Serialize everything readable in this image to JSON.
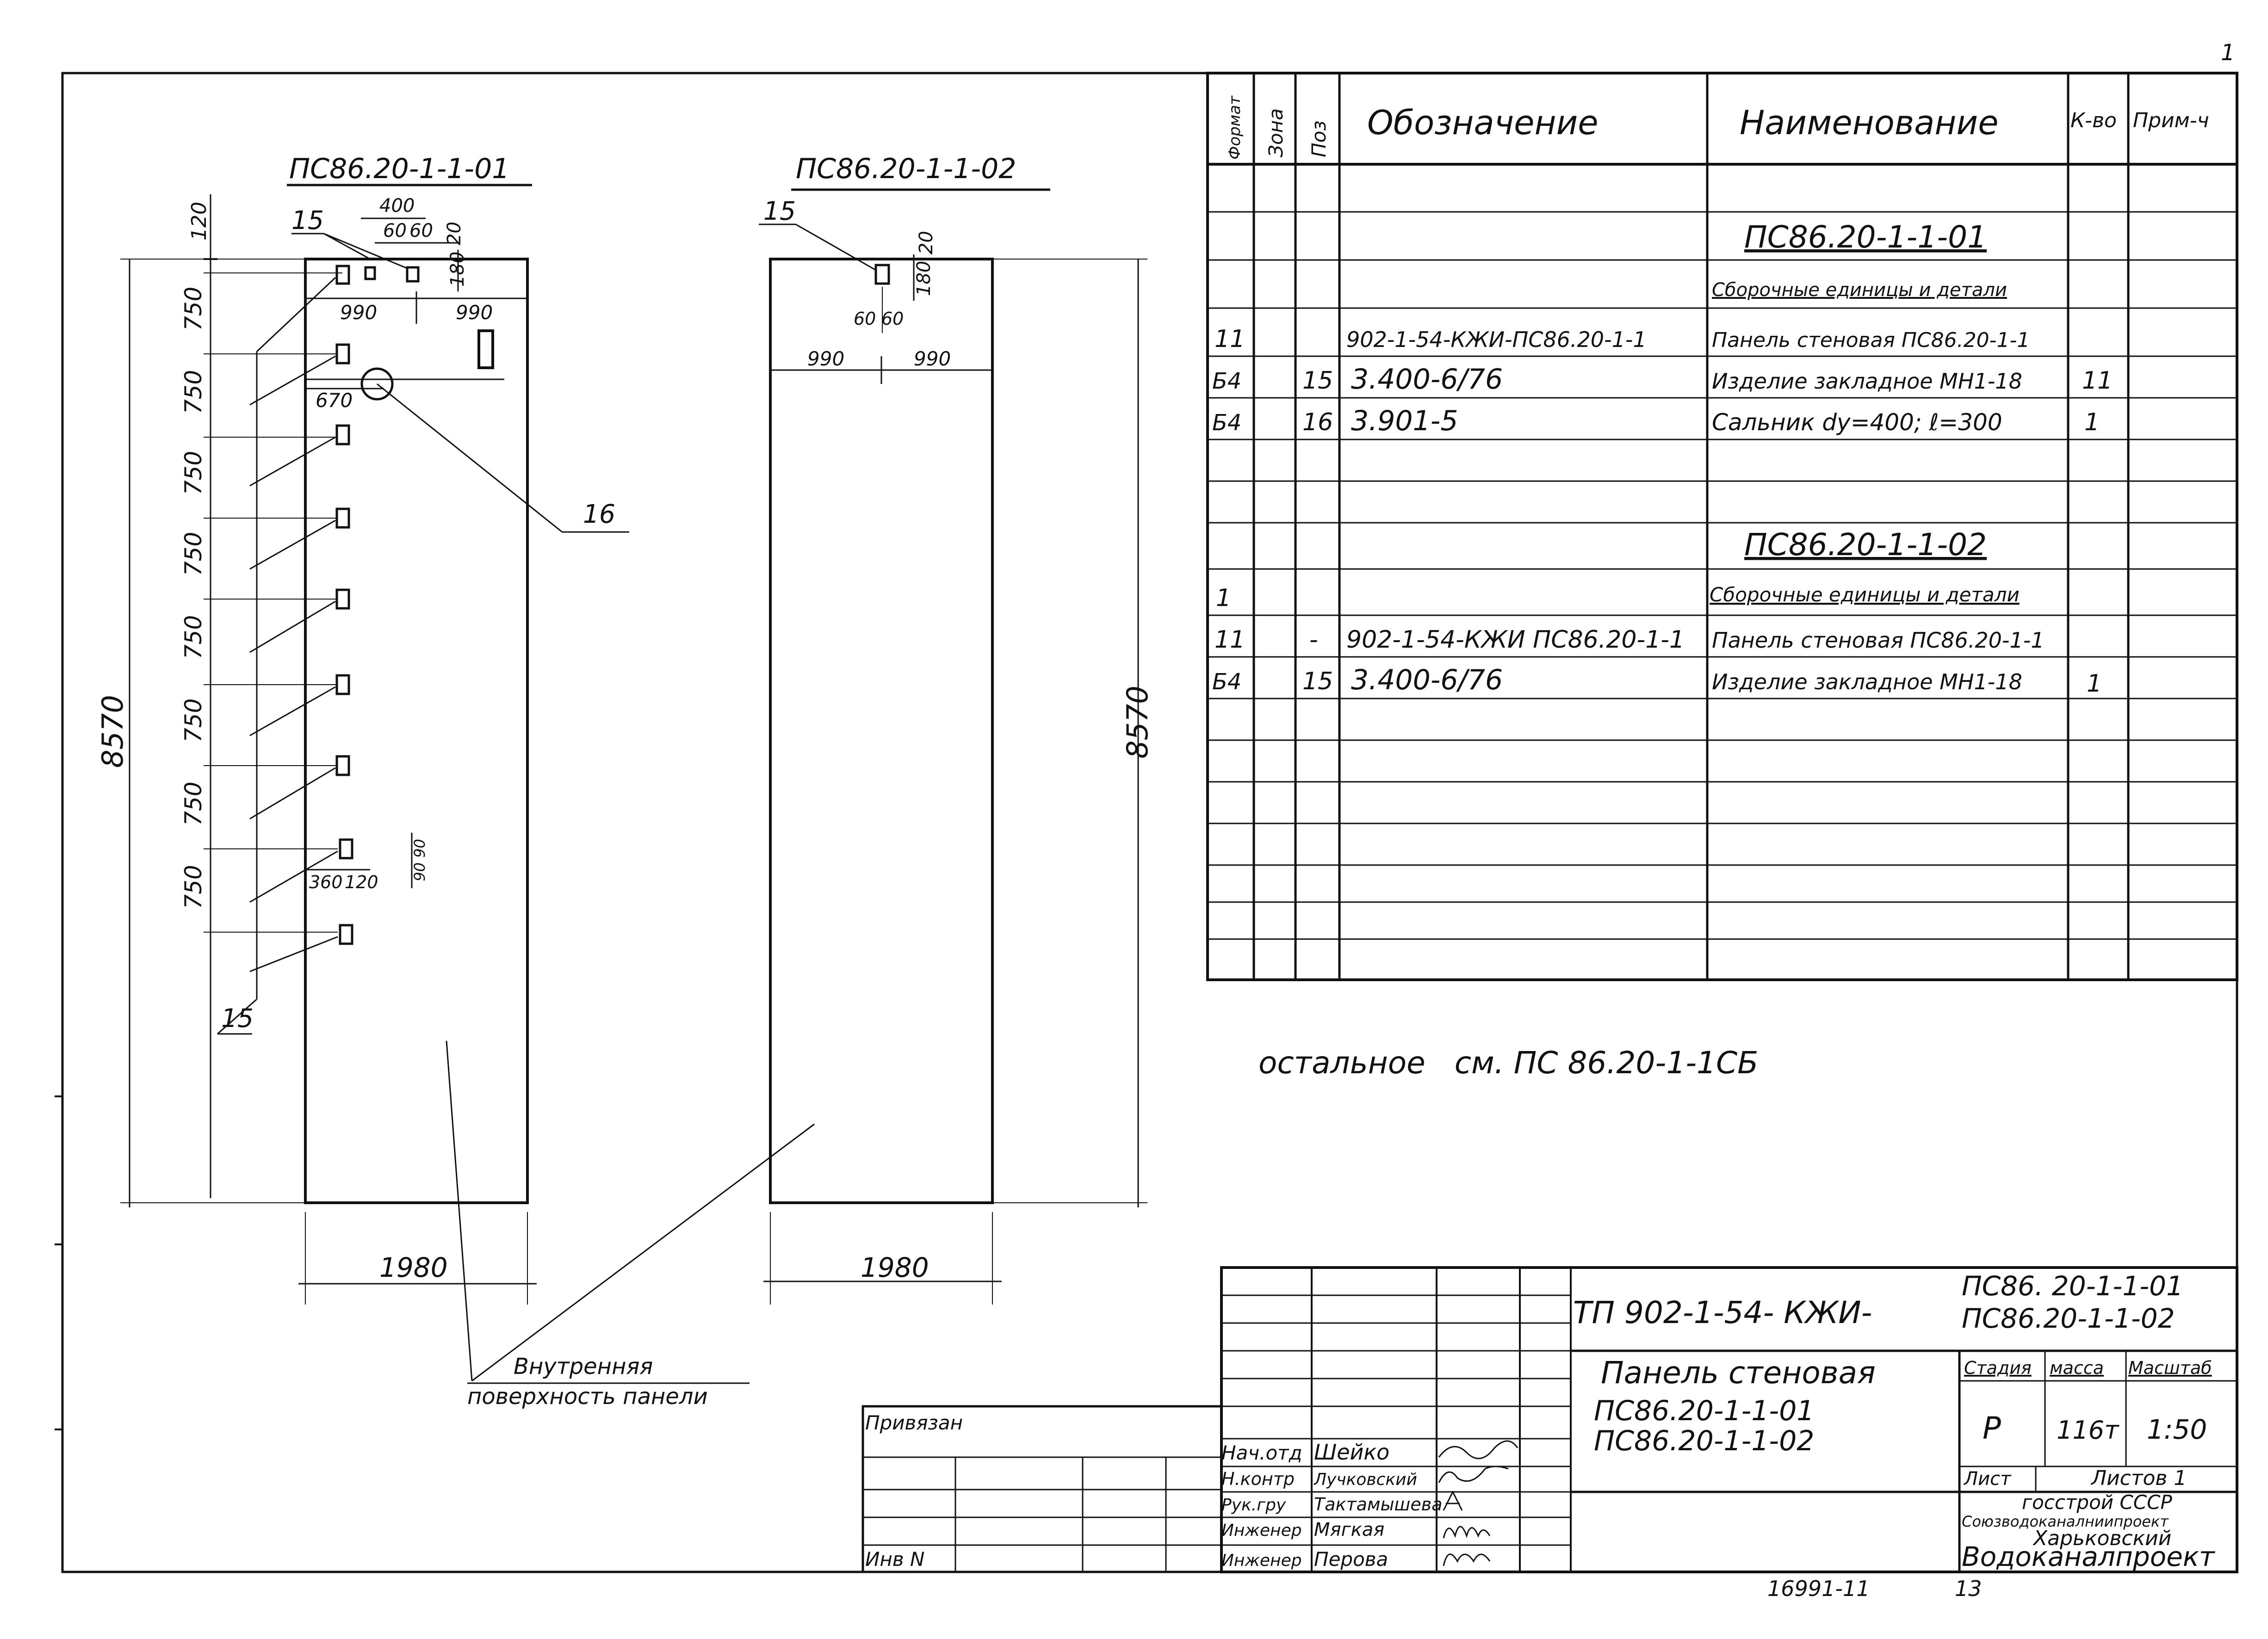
{
  "sheet_corner_number": "1",
  "left_view": {
    "title": "ПС86.20-1-1-01",
    "top_edge_dim": "120",
    "item_15_label": "15",
    "item_15_bottom_label": "15",
    "item_16_label": "16",
    "dims": {
      "d400": "400",
      "d60a": "60",
      "d60b": "60",
      "d20": "20",
      "d180": "180",
      "d990_left": "990",
      "d990_right": "990",
      "d670": "670",
      "d360": "360",
      "d120": "120",
      "d90_90": "90 90",
      "height": "8570",
      "width": "1980"
    },
    "pitch_labels": [
      "750",
      "750",
      "750",
      "750",
      "750",
      "750",
      "750",
      "750"
    ]
  },
  "right_view": {
    "title": "ПС86.20-1-1-02",
    "item_15_label": "15",
    "dims": {
      "d20": "20",
      "d180": "180",
      "d60a": "60",
      "d60b": "60",
      "d990_left": "990",
      "d990_right": "990",
      "height": "8570",
      "width": "1980"
    }
  },
  "inner_surface_note": [
    "Внутренняя",
    "поверхность панели"
  ],
  "rest_note": "остальное   см. ПС 86.20-1-1СБ",
  "spec_table": {
    "headers": {
      "format": "Формат",
      "zone": "Зона",
      "pos": "Поз",
      "designation": "Обозначение",
      "name": "Наименование",
      "qty": "К-во",
      "note": "Прим-ч"
    },
    "rows": [
      {
        "format": "",
        "zone": "",
        "pos": "",
        "designation": "",
        "name": "",
        "qty": "",
        "note": ""
      },
      {
        "format": "",
        "zone": "",
        "pos": "",
        "designation": "",
        "name": "ПС86.20-1-1-01",
        "qty": "",
        "note": "",
        "title": true
      },
      {
        "format": "",
        "zone": "",
        "pos": "",
        "designation": "",
        "name": "Сборочные единицы и детали",
        "qty": "",
        "note": ""
      },
      {
        "format": "11",
        "zone": "",
        "pos": "",
        "designation": "902-1-54-КЖИ-ПС86.20-1-1",
        "name": "Панель стеновая ПС86.20-1-1",
        "qty": "",
        "note": ""
      },
      {
        "format": "Б4",
        "zone": "",
        "pos": "15",
        "designation": "3.400-6/76",
        "name": "Изделие закладное МН1-18",
        "qty": "11",
        "note": ""
      },
      {
        "format": "Б4",
        "zone": "",
        "pos": "16",
        "designation": "3.901-5",
        "name": "Сальник dy=400; ℓ=300",
        "qty": "1",
        "note": ""
      },
      {
        "format": "",
        "zone": "",
        "pos": "",
        "designation": "",
        "name": "",
        "qty": "",
        "note": ""
      },
      {
        "format": "",
        "zone": "",
        "pos": "",
        "designation": "",
        "name": "ПС86.20-1-1-02",
        "qty": "",
        "note": "",
        "title": true
      },
      {
        "format": "1",
        "zone": "",
        "pos": "",
        "designation": "",
        "name": "Сборочные единицы и детали",
        "qty": "",
        "note": ""
      },
      {
        "format": "11",
        "zone": "",
        "pos": "-",
        "designation": "902-1-54-КЖИ ПС86.20-1-1",
        "name": "Панель стеновая ПС86.20-1-1",
        "qty": "",
        "note": ""
      },
      {
        "format": "Б4",
        "zone": "",
        "pos": "15",
        "designation": "3.400-6/76",
        "name": "Изделие закладное МН1-18",
        "qty": "1",
        "note": ""
      },
      {
        "format": "",
        "zone": "",
        "pos": "",
        "designation": "",
        "name": "",
        "qty": "",
        "note": ""
      },
      {
        "format": "",
        "zone": "",
        "pos": "",
        "designation": "",
        "name": "",
        "qty": "",
        "note": ""
      },
      {
        "format": "",
        "zone": "",
        "pos": "",
        "designation": "",
        "name": "",
        "qty": "",
        "note": ""
      },
      {
        "format": "",
        "zone": "",
        "pos": "",
        "designation": "",
        "name": "",
        "qty": "",
        "note": ""
      },
      {
        "format": "",
        "zone": "",
        "pos": "",
        "designation": "",
        "name": "",
        "qty": "",
        "note": ""
      },
      {
        "format": "",
        "zone": "",
        "pos": "",
        "designation": "",
        "name": "",
        "qty": "",
        "note": ""
      },
      {
        "format": "",
        "zone": "",
        "pos": "",
        "designation": "",
        "name": "",
        "qty": "",
        "note": ""
      }
    ]
  },
  "title_block": {
    "document_code": "ТП 902-1-54- КЖИ-",
    "document_suffix_1": "ПС86. 20-1-1-01",
    "document_suffix_2": "ПС86.20-1-1-02",
    "object_name": [
      "Панель стеновая",
      "ПС86.20-1-1-01",
      "ПС86.20-1-1-02"
    ],
    "stage_label": "Стадия",
    "mass_label": "масса",
    "scale_label": "Масштаб",
    "stage": "Р",
    "mass": "116т",
    "scale": "1:50",
    "sheet_label": "Лист",
    "sheets_label": "Листов 1",
    "organization": [
      "госстрой СССР",
      "Союзводоканалниипроект",
      "Харьковский",
      "Водоканалпроект"
    ],
    "bound_label": "Привязан",
    "inv_label": "Инв N",
    "staff": [
      {
        "role": "Нач.отд",
        "name": "Шейко"
      },
      {
        "role": "Н.контр",
        "name": "Лучковский"
      },
      {
        "role": "Рук.гру",
        "name": "Тактамышева"
      },
      {
        "role": "Инженер",
        "name": "Мягкая"
      },
      {
        "role": "Инженер",
        "name": "Перова"
      }
    ]
  },
  "bottom_stamp": {
    "archive_number": "16991-11",
    "page": "13"
  }
}
